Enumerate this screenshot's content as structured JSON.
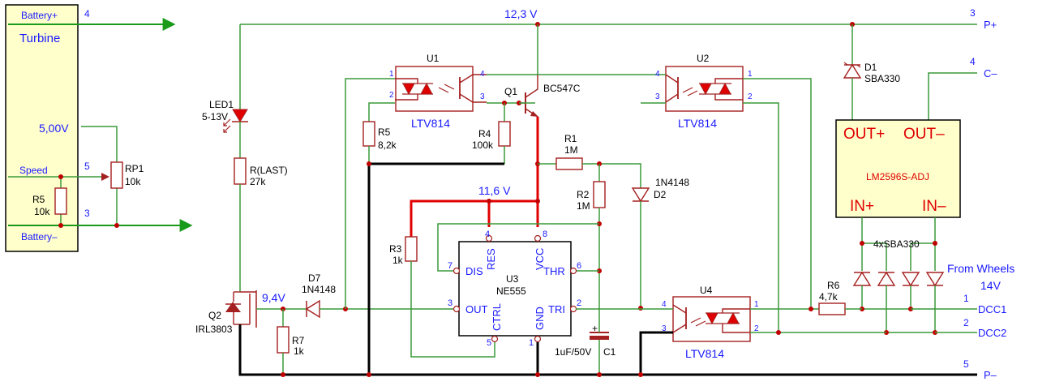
{
  "turbine": {
    "battery_plus": "Battery+",
    "title": "Turbine",
    "voltage": "5,00V",
    "speed": "Speed",
    "r5_name": "R5",
    "r5_value": "10k",
    "battery_minus": "Battery–",
    "pin_top": "4",
    "pin_speed": "5",
    "pin_bottom": "3"
  },
  "rails": {
    "v12": "12,3 V",
    "v11": "11,6 V",
    "v9": "9,4V"
  },
  "connectors": [
    {
      "pin": "3",
      "label": "P+"
    },
    {
      "pin": "4",
      "label": "C–"
    },
    {
      "pin": "1",
      "label": "DCC1"
    },
    {
      "pin": "2",
      "label": "DCC2"
    },
    {
      "pin": "5",
      "label": "P–"
    }
  ],
  "components": {
    "rp1_name": "RP1",
    "rp1_value": "10k",
    "led1_name": "LED1",
    "led1_value": "5-13V",
    "rlast_name": "R(LAST)",
    "rlast_value": "27k",
    "q2_name": "Q2",
    "q2_value": "IRL3803",
    "r7_name": "R7",
    "r7_value": "1k",
    "d7_name": "D7",
    "d7_value": "1N4148",
    "r5_name": "R5",
    "r5_value": "8,2k",
    "r4_name": "R4",
    "r4_value": "100k",
    "r3_name": "R3",
    "r3_value": "1k",
    "q1_name": "Q1",
    "q1_value": "BC547C",
    "r1_name": "R1",
    "r1_value": "1M",
    "r2_name": "R2",
    "r2_value": "1M",
    "d2_name": "D2",
    "d2_value": "1N4148",
    "c1_value": "1uF/50V",
    "c1_name": "C1",
    "d1_name": "D1",
    "d1_value": "SBA330",
    "r6_name": "R6",
    "r6_value": "4,7k",
    "bridge_label": "4xSBA330"
  },
  "optos": [
    {
      "name": "U1",
      "type": "LTV814"
    },
    {
      "name": "U2",
      "type": "LTV814"
    },
    {
      "name": "U4",
      "type": "LTV814"
    }
  ],
  "u3": {
    "name": "U3",
    "type": "NE555",
    "pins": {
      "res": "RES",
      "res_n": "4",
      "vcc": "VCC",
      "vcc_n": "8",
      "dis": "DIS",
      "dis_n": "7",
      "thr": "THR",
      "thr_n": "6",
      "out": "OUT",
      "out_n": "3",
      "tri": "TRI",
      "tri_n": "2",
      "ctrl": "CTRL",
      "ctrl_n": "5",
      "gnd": "GND",
      "gnd_n": "1"
    }
  },
  "regulator": {
    "out_plus": "OUT+",
    "out_minus": "OUT–",
    "name": "LM2596S-ADJ",
    "in_plus": "IN+",
    "in_minus": "IN–"
  },
  "wheels": {
    "line1": "From Wheels",
    "line2": "14V"
  },
  "pin_numbers": {
    "u1_1": "1",
    "u1_2": "2",
    "u1_4": "4",
    "u1_3": "3",
    "u2_4": "4",
    "u2_3": "3",
    "u2_1": "1",
    "u2_2": "2",
    "u4_4": "4",
    "u4_3": "3",
    "u4_1": "1",
    "u4_2": "2"
  }
}
